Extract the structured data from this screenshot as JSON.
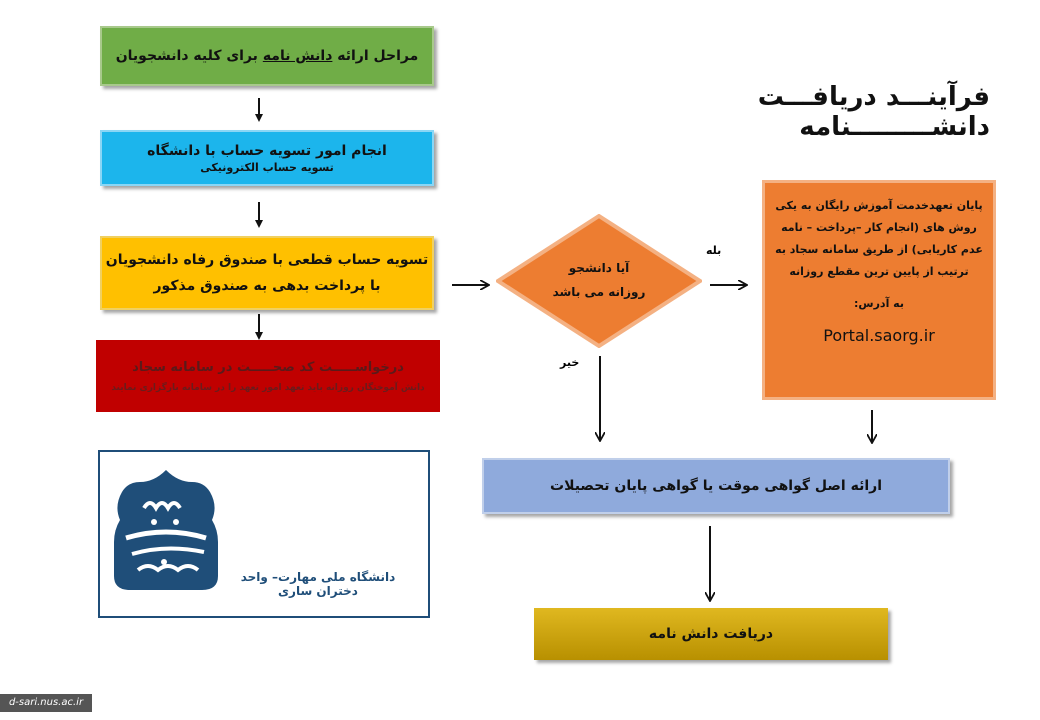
{
  "title": "فرآینـــد دریافـــت دانشـــــــــنامه",
  "steps": {
    "step1": {
      "pre": "مراحل ارائه ",
      "underlined": "دانش نامه",
      "post": " برای کلیه دانشجویان"
    },
    "step2": {
      "main": "انجام امور تسویه حساب با دانشگاه",
      "sub": "تسویه حساب الکترونیکی"
    },
    "step3": {
      "line1": "تسویه حساب قطعی با صندوق رفاه دانشجویان",
      "line2": "با پرداخت بدهی به صندوق مذکور"
    },
    "step4": {
      "main": "درخواســـــت کد صحـــــت در سامانه سجاد",
      "sub": "دانش آموختگان روزانه باید تعهد امور تعهد را در سامانه بارگزاری نمایند"
    }
  },
  "decision": {
    "line1": "آیا دانشجو",
    "line2": "روزانه می باشد",
    "yes": "بله",
    "no": "خیر"
  },
  "info": {
    "lines": [
      "پایان تعهدخدمت آموزش رایگان به یکی",
      "روش های (انجام کار –پرداخت – نامه",
      "عدم کاریابی) از طریق سامانه سجاد به",
      "ترتیب از پایین ترین مقطع روزانه"
    ],
    "address_label": "به آدرس:",
    "url": "Portal.saorg.ir"
  },
  "certificate": "ارائه اصل گواهی موقت یا گواهی پایان تحصیلات",
  "final": "دریافت دانش نامه",
  "logo": {
    "caption": "دانشگاه ملی مهارت– واحد دختران ساری"
  },
  "watermark": "d-sari.nus.ac.ir",
  "colors": {
    "green": "#70ad47",
    "blue": "#1cb5ec",
    "yellow": "#ffc000",
    "red": "#c00000",
    "orange": "#ed7d31",
    "lavender": "#8faadc",
    "gold": "#c9a200",
    "navy": "#1f4e79"
  }
}
